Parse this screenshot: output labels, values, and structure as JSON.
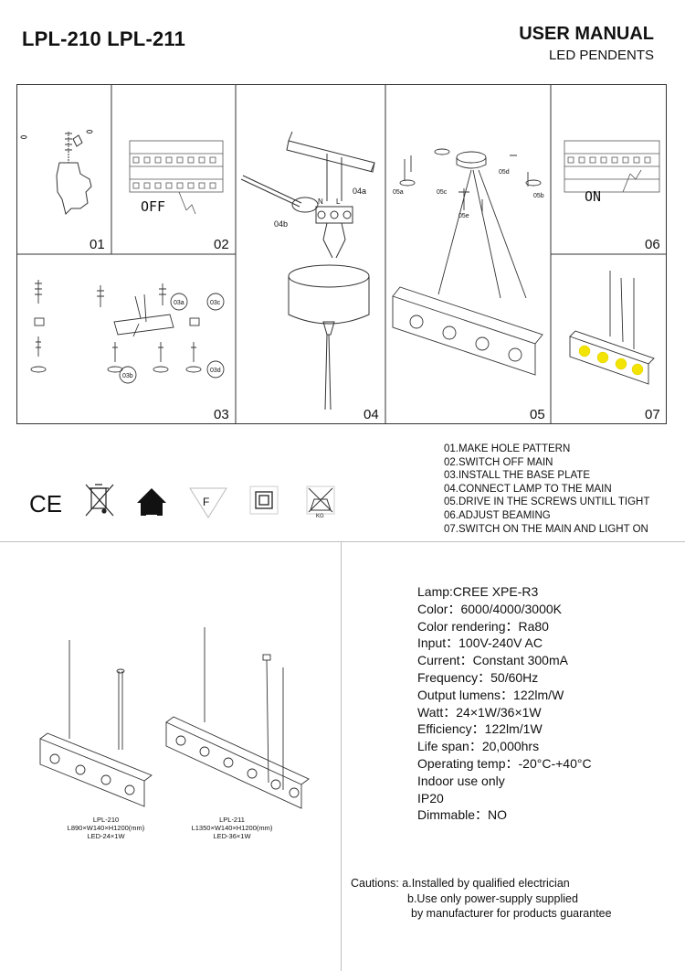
{
  "header": {
    "models": "LPL-210 LPL-211",
    "manual": "USER MANUAL",
    "product": "LED PENDENTS"
  },
  "panels": {
    "p01": "01",
    "p02": "02",
    "p03": "03",
    "p04": "04",
    "p05": "05",
    "p06": "06",
    "p07": "07",
    "off_label": "OFF",
    "on_label": "ON",
    "l03a": "03a",
    "l03b": "03b",
    "l03c": "03c",
    "l03d": "03d",
    "l04a": "04a",
    "l04b": "04b",
    "l05a": "05a",
    "l05b": "05b",
    "l05c": "05c",
    "l05d": "05d",
    "l05e": "05e",
    "wire_n": "N",
    "wire_l": "L"
  },
  "steps": [
    "01.MAKE HOLE PATTERN",
    "02.SWITCH OFF MAIN",
    "03.INSTALL THE BASE PLATE",
    "04.CONNECT LAMP TO THE MAIN",
    "05.DRIVE IN THE SCREWS UNTILL TIGHT",
    "06.ADJUST BEAMING",
    "07.SWITCH ON THE MAIN AND LIGHT ON"
  ],
  "certifications": {
    "ce": "CE",
    "f_mark": "F",
    "kg": "KG",
    "icons": [
      "ce-mark-icon",
      "weee-bin-icon",
      "house-arrow-icon",
      "f-mark-icon",
      "double-insulation-icon",
      "no-weight-icon"
    ]
  },
  "specs": [
    "Lamp:CREE XPE-R3",
    "Color：6000/4000/3000K",
    "Color rendering：Ra80",
    "Input：100V-240V AC",
    "Current：Constant 300mA",
    "Frequency：50/60Hz",
    "Output lumens：122lm/W",
    "Watt：24×1W/36×1W",
    "Efficiency：122lm/1W",
    "Life span：20,000hrs",
    "Operating temp：-20°C-+40°C",
    "Indoor use only",
    "IP20",
    "Dimmable：NO"
  ],
  "model_210": {
    "name": "LPL-210",
    "dims": "L890×W140×H1200(mm)",
    "led": "LED-24×1W"
  },
  "model_211": {
    "name": "LPL-211",
    "dims": "L1350×W140×H1200(mm)",
    "led": "LED-36×1W"
  },
  "cautions": {
    "line1": "Cautions: a.Installed by qualified electrician",
    "line2": "b.Use only power-supply supplied",
    "line3": "by manufacturer for products guarantee"
  },
  "colors": {
    "line": "#333333",
    "light": "#f2e400"
  }
}
